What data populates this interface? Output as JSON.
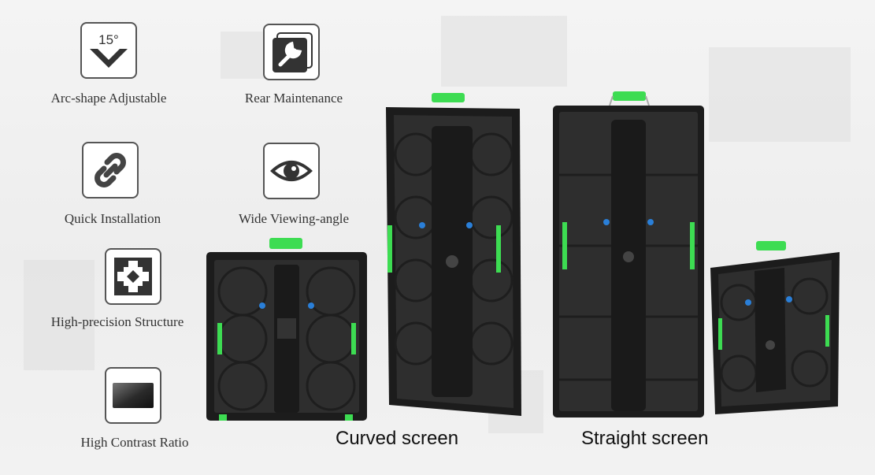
{
  "features": [
    {
      "id": "arc",
      "label": "Arc-shape Adjustable",
      "icon": "arc-angle-icon",
      "angle_text": "15°"
    },
    {
      "id": "rear",
      "label": "Rear Maintenance",
      "icon": "wrench-icon"
    },
    {
      "id": "quick",
      "label": "Quick Installation",
      "icon": "chain-link-icon"
    },
    {
      "id": "wide",
      "label": "Wide Viewing-angle",
      "icon": "eye-icon"
    },
    {
      "id": "precision",
      "label": "High-precision Structure",
      "icon": "precision-frame-icon"
    },
    {
      "id": "contrast",
      "label": "High Contrast Ratio",
      "icon": "contrast-gradient-icon"
    }
  ],
  "captions": {
    "curved": "Curved screen",
    "straight": "Straight screen"
  },
  "colors": {
    "panel_dark": "#2b2b2b",
    "panel_frame": "#1c1c1c",
    "handle_green": "#3ddc52",
    "clip_blue": "#2a7fd8",
    "icon_stroke": "#555555"
  }
}
